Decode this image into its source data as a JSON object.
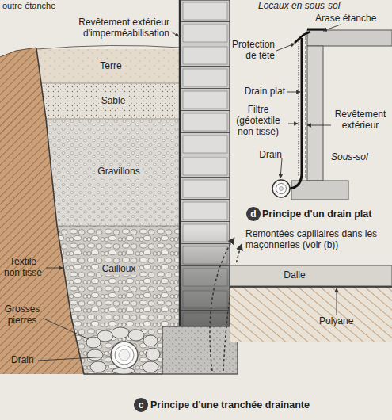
{
  "diagram": {
    "nodes": [
      {
        "text": [
          "Terre"
        ]
      },
      {
        "text": [
          "Sable"
        ]
      },
      {
        "text": [
          "Gravillons"
        ]
      },
      {
        "text": [
          "d"
        ]
      },
      {
        "text": [
          "Cailloux"
        ]
      },
      {
        "text": [
          "Dalle"
        ]
      },
      {
        "text": [
          "c"
        ]
      }
    ],
    "labels": [
      "outre étanche",
      "Locaux en sous-sol",
      "Arase étanche",
      "Revêtement extérieur d'imperméabilisation",
      "Protection de tête",
      "Drain plat",
      "Filtre (géotextile non tissé)",
      "Revêtement extérieur",
      "Drain",
      "Sous-sol",
      "Principe d'un drain plat",
      "Remontées capillaires dans les maçonneries (voir (b))",
      "Textile non tissé",
      "Polyane",
      "Grosses pierres",
      "Drain",
      "Principe d'une tranchée drainante"
    ]
  }
}
